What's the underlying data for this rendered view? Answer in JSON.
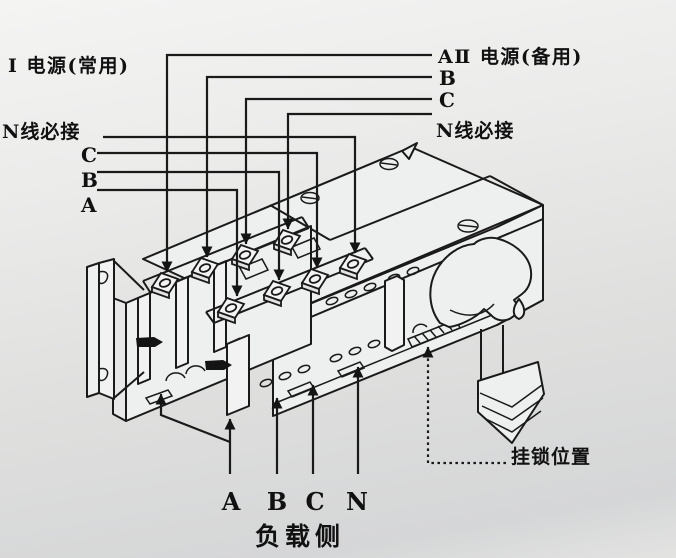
{
  "diagram": {
    "title_hint": "dual-power automatic transfer switch wiring diagram",
    "source1": {
      "title": "Ⅰ 电源(常用)",
      "wires": {
        "n": "N线必接",
        "c": "C",
        "b": "B",
        "a": "A"
      }
    },
    "source2": {
      "title": "AⅡ 电源(备用)",
      "wires": {
        "b": "B",
        "c": "C",
        "n": "N线必接"
      }
    },
    "load": {
      "phases": {
        "a": "A",
        "b": "B",
        "c": "C",
        "n": "N"
      },
      "caption": "负载侧"
    },
    "padlock": {
      "label": "挂锁位置"
    },
    "colors": {
      "ink": "#1a1a1a",
      "background_top": "#f4f4f3",
      "background_bottom": "#d5d6d7",
      "face": "#eef0ef"
    }
  }
}
